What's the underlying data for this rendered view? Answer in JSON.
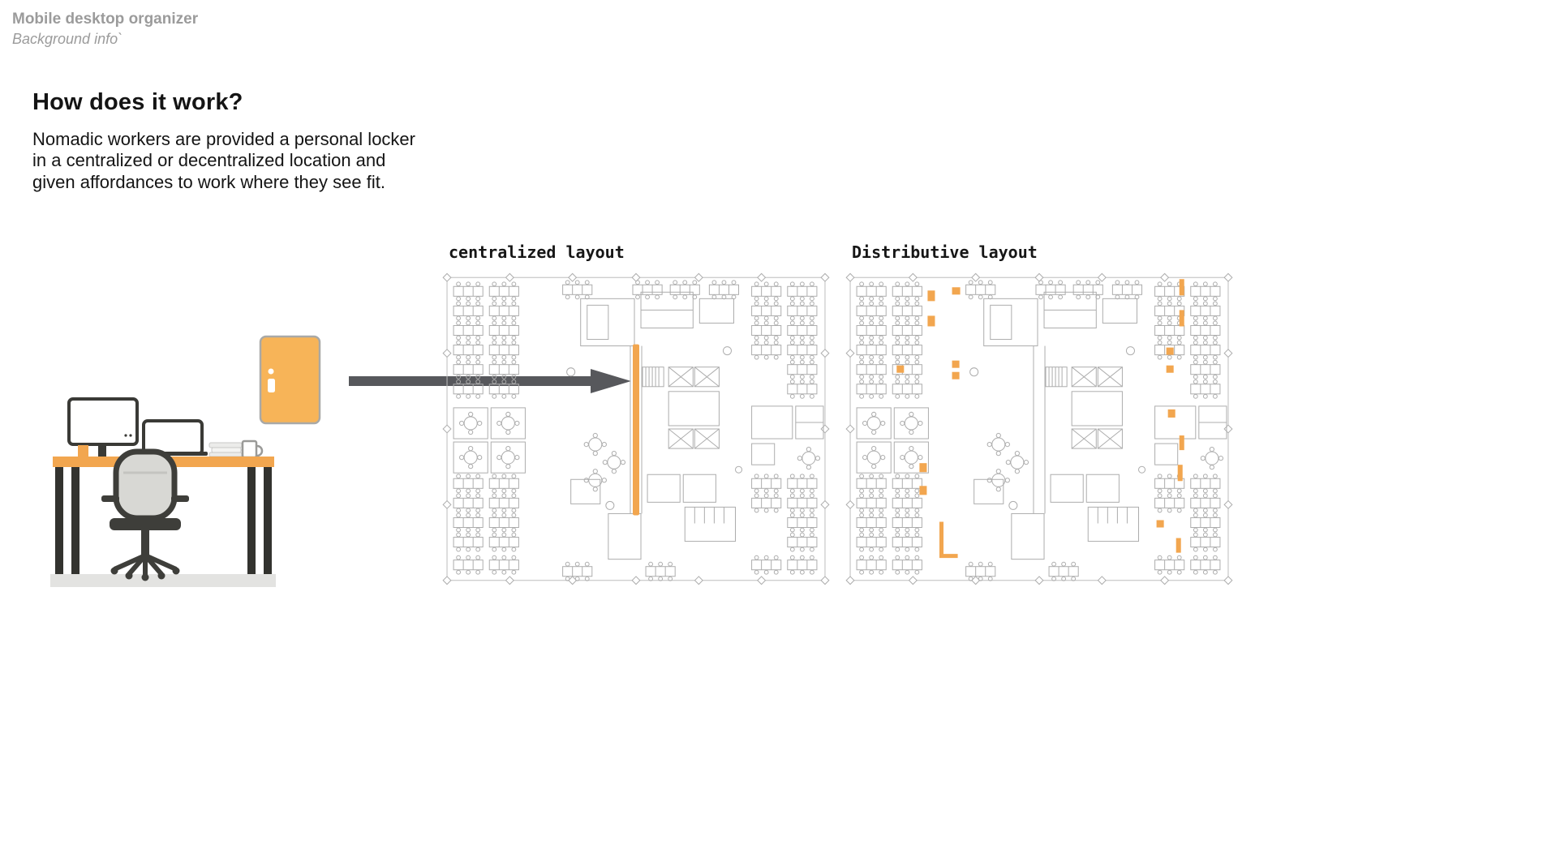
{
  "header": {
    "title": "Mobile desktop organizer",
    "subtitle": "Background info`"
  },
  "intro": {
    "heading": "How does it work?",
    "body": "Nomadic workers are provided a personal locker in a centralized or decentralized location and given affordances to work where they see fit."
  },
  "plans": {
    "centralized": {
      "label": "centralized layout"
    },
    "distributive": {
      "label": "Distributive layout"
    }
  },
  "icons": {
    "locker": "locker-door-icon",
    "arrow": "arrow-right-icon"
  },
  "colors": {
    "accent_orange": "#F2A64F",
    "locker_orange": "#F7B458",
    "arrow_gray": "#57585C",
    "plan_line_gray": "#ADADAD",
    "header_gray": "#9B9B9B",
    "chair_gray": "#D8D8D4",
    "dark_frame": "#3E3E3A"
  }
}
